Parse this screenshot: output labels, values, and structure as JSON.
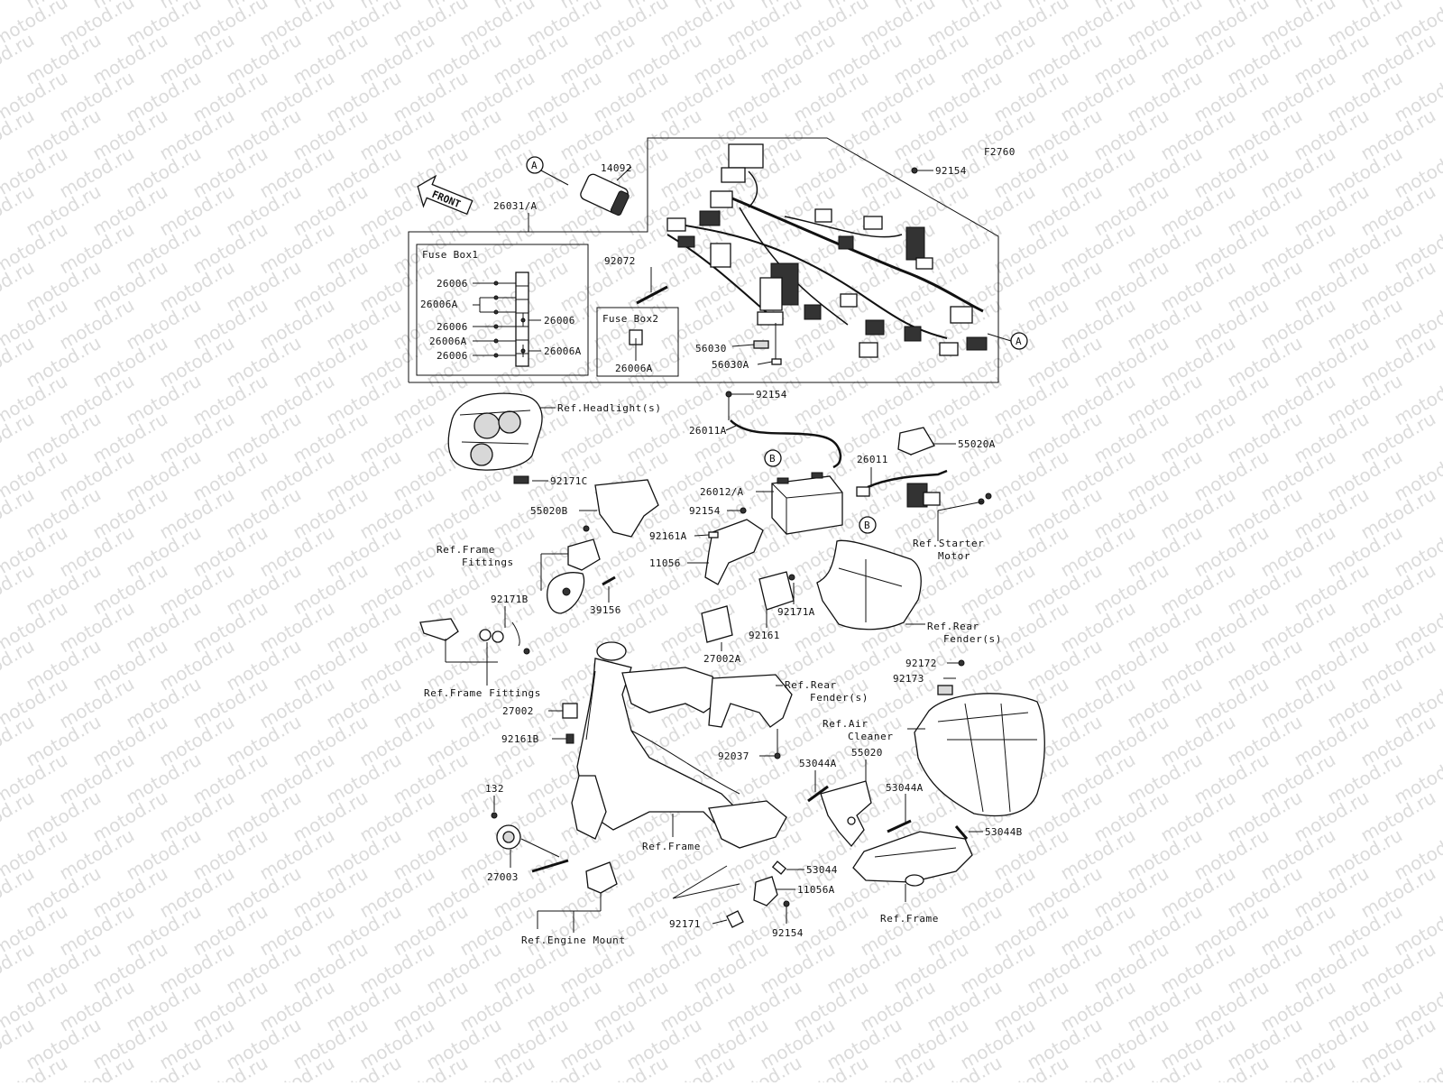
{
  "watermark": "motod.ru",
  "diagram_code": "F2760",
  "front_label": "FRONT",
  "callouts": {
    "a": "A",
    "b": "B"
  },
  "fuse_box1": {
    "title": "Fuse Box1",
    "labels": [
      "26006",
      "26006A",
      "26006",
      "26006A",
      "26006",
      "26006",
      "26006A"
    ]
  },
  "fuse_box2": {
    "title": "Fuse Box2",
    "label": "26006A"
  },
  "parts": [
    "14092",
    "26031/A",
    "92072",
    "92154",
    "56030",
    "56030A",
    "92154",
    "26011A",
    "55020A",
    "26011",
    "26012/A",
    "92154",
    "92171C",
    "55020B",
    "92161A",
    "11056",
    "39156",
    "92171A",
    "92161",
    "27002A",
    "92171B",
    "92172",
    "92173",
    "27002",
    "92161B",
    "92037",
    "53044A",
    "55020",
    "53044A",
    "132",
    "53044B",
    "27003",
    "53044",
    "11056A",
    "92171",
    "92154"
  ],
  "references": [
    "Ref.Headlight(s)",
    "Ref.Frame",
    "Fittings",
    "Ref.Starter",
    "Motor",
    "Ref.Rear",
    "Fender(s)",
    "Ref.Frame Fittings",
    "Ref.Rear",
    "Fender(s)",
    "Ref.Air",
    "Cleaner",
    "Ref.Frame",
    "Ref.Frame",
    "Ref.Engine Mount"
  ]
}
